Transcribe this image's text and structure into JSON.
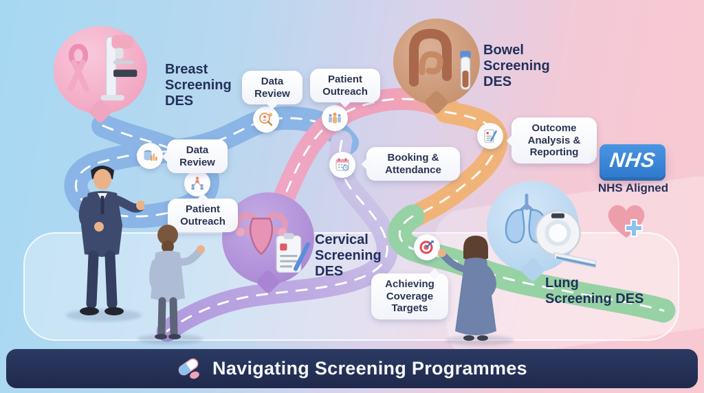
{
  "title_bar": {
    "title": "Navigating Screening Programmes",
    "icon": "pills-icon"
  },
  "programmes": [
    {
      "name": "Breast Screening DES",
      "bubble_color": "#f0a5c0",
      "icon": "pink-ribbon-mammography"
    },
    {
      "name": "Bowel Screening DES",
      "bubble_color": "#c08a66",
      "icon": "intestine-test-kit"
    },
    {
      "name": "Cervical Screening DES",
      "bubble_color": "#a984d2",
      "icon": "uterus-clipboard"
    },
    {
      "name": "Lung Screening DES",
      "bubble_color": "#b3d2ee",
      "icon": "lungs-ct-scanner"
    }
  ],
  "steps": [
    {
      "label": "Data Review",
      "icon": "database-chart-icon"
    },
    {
      "label": "Patient Outreach",
      "icon": "people-network-icon"
    },
    {
      "label": "Data Review",
      "icon": "magnifier-person-icon"
    },
    {
      "label": "Patient Outreach",
      "icon": "people-group-icon"
    },
    {
      "label": "Booking & Attendance",
      "icon": "calendar-clock-icon"
    },
    {
      "label": "Outcome Analysis & Reporting",
      "icon": "document-pen-icon"
    },
    {
      "label": "Achieving Coverage Targets",
      "icon": "target-arrow-icon"
    }
  ],
  "nhs": {
    "logo_text": "NHS",
    "aligned_label": "NHS Aligned",
    "badge": "heart-cross"
  },
  "road_colors": {
    "blue": "#8ab5e6",
    "pink": "#f0a2bb",
    "orange": "#f1b478",
    "lavender": "#cbc6e6",
    "purple": "#b49be0",
    "green": "#97d2a5"
  },
  "theme": {
    "text_navy": "#22305a",
    "footer_bg": "#232f55",
    "nhs_blue": "#3b87d8"
  }
}
